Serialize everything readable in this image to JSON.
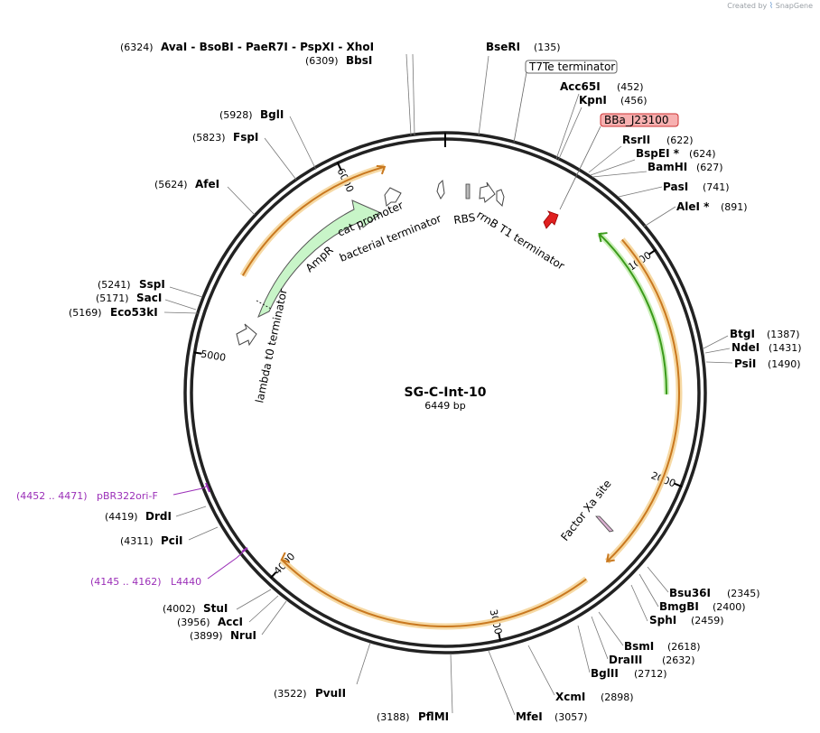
{
  "credit": {
    "prefix": "Created by",
    "brand": "SnapGene"
  },
  "plasmid": {
    "name": "SG-C-Int-10",
    "length": "6449 bp"
  },
  "colors": {
    "backbone": "#222222",
    "orange": "#c9781f",
    "orange_glow": "#f6d9a4",
    "green": "#3a9a1a",
    "green_glow": "#c9eeb7",
    "ampr_fill": "#c8f5c8",
    "promoter_red": "#e02020",
    "primer": "#9b2fb8",
    "bba_fill": "#f7b0b0",
    "bba_stroke": "#cc3333"
  },
  "tick_labels": [
    {
      "text": "1000",
      "bp": 1000
    },
    {
      "text": "2000",
      "bp": 2000
    },
    {
      "text": "3000",
      "bp": 3000
    },
    {
      "text": "4000",
      "bp": 4000
    },
    {
      "text": "5000",
      "bp": 5000
    },
    {
      "text": "6000",
      "bp": 6000
    }
  ],
  "features": {
    "ampr": "AmpR",
    "cat_promoter": "cat promoter",
    "bacterial_terminator": "bacterial terminator",
    "rbs": "RBS",
    "rrnb": "rrnB T1 terminator",
    "lambda": "lambda t0 terminator",
    "factor_xa": "Factor Xa site",
    "t7te": "T7Te terminator",
    "bba": "BBa_J23100"
  },
  "primers": [
    {
      "pos": "(4452 .. 4471)",
      "name": "pBR322ori-F"
    },
    {
      "pos": "(4145 .. 4162)",
      "name": "L4440"
    }
  ],
  "sites": [
    {
      "pos": "(6324)",
      "name": "AvaI - BsoBI - PaeR7I - PspXI - XhoI"
    },
    {
      "pos": "(6309)",
      "name": "BbsI"
    },
    {
      "pos": "(135)",
      "name": "BseRI"
    },
    {
      "pos": "(452)",
      "name": "Acc65I"
    },
    {
      "pos": "(456)",
      "name": "KpnI"
    },
    {
      "pos": "(622)",
      "name": "RsrII"
    },
    {
      "pos": "(624)",
      "name": "BspEI *"
    },
    {
      "pos": "(627)",
      "name": "BamHI"
    },
    {
      "pos": "(741)",
      "name": "PasI"
    },
    {
      "pos": "(891)",
      "name": "AleI *"
    },
    {
      "pos": "(1387)",
      "name": "BtgI"
    },
    {
      "pos": "(1431)",
      "name": "NdeI"
    },
    {
      "pos": "(1490)",
      "name": "PsiI"
    },
    {
      "pos": "(2345)",
      "name": "Bsu36I"
    },
    {
      "pos": "(2400)",
      "name": "BmgBI"
    },
    {
      "pos": "(2459)",
      "name": "SphI"
    },
    {
      "pos": "(2618)",
      "name": "BsmI"
    },
    {
      "pos": "(2632)",
      "name": "DraIII"
    },
    {
      "pos": "(2712)",
      "name": "BglII"
    },
    {
      "pos": "(2898)",
      "name": "XcmI"
    },
    {
      "pos": "(3057)",
      "name": "MfeI"
    },
    {
      "pos": "(3188)",
      "name": "PflMI"
    },
    {
      "pos": "(3522)",
      "name": "PvuII"
    },
    {
      "pos": "(3899)",
      "name": "NruI"
    },
    {
      "pos": "(3956)",
      "name": "AccI"
    },
    {
      "pos": "(4002)",
      "name": "StuI"
    },
    {
      "pos": "(4311)",
      "name": "PciI"
    },
    {
      "pos": "(4419)",
      "name": "DrdI"
    },
    {
      "pos": "(5169)",
      "name": "Eco53kI"
    },
    {
      "pos": "(5171)",
      "name": "SacI"
    },
    {
      "pos": "(5241)",
      "name": "SspI"
    },
    {
      "pos": "(5624)",
      "name": "AfeI"
    },
    {
      "pos": "(5823)",
      "name": "FspI"
    },
    {
      "pos": "(5928)",
      "name": "BglI"
    }
  ]
}
